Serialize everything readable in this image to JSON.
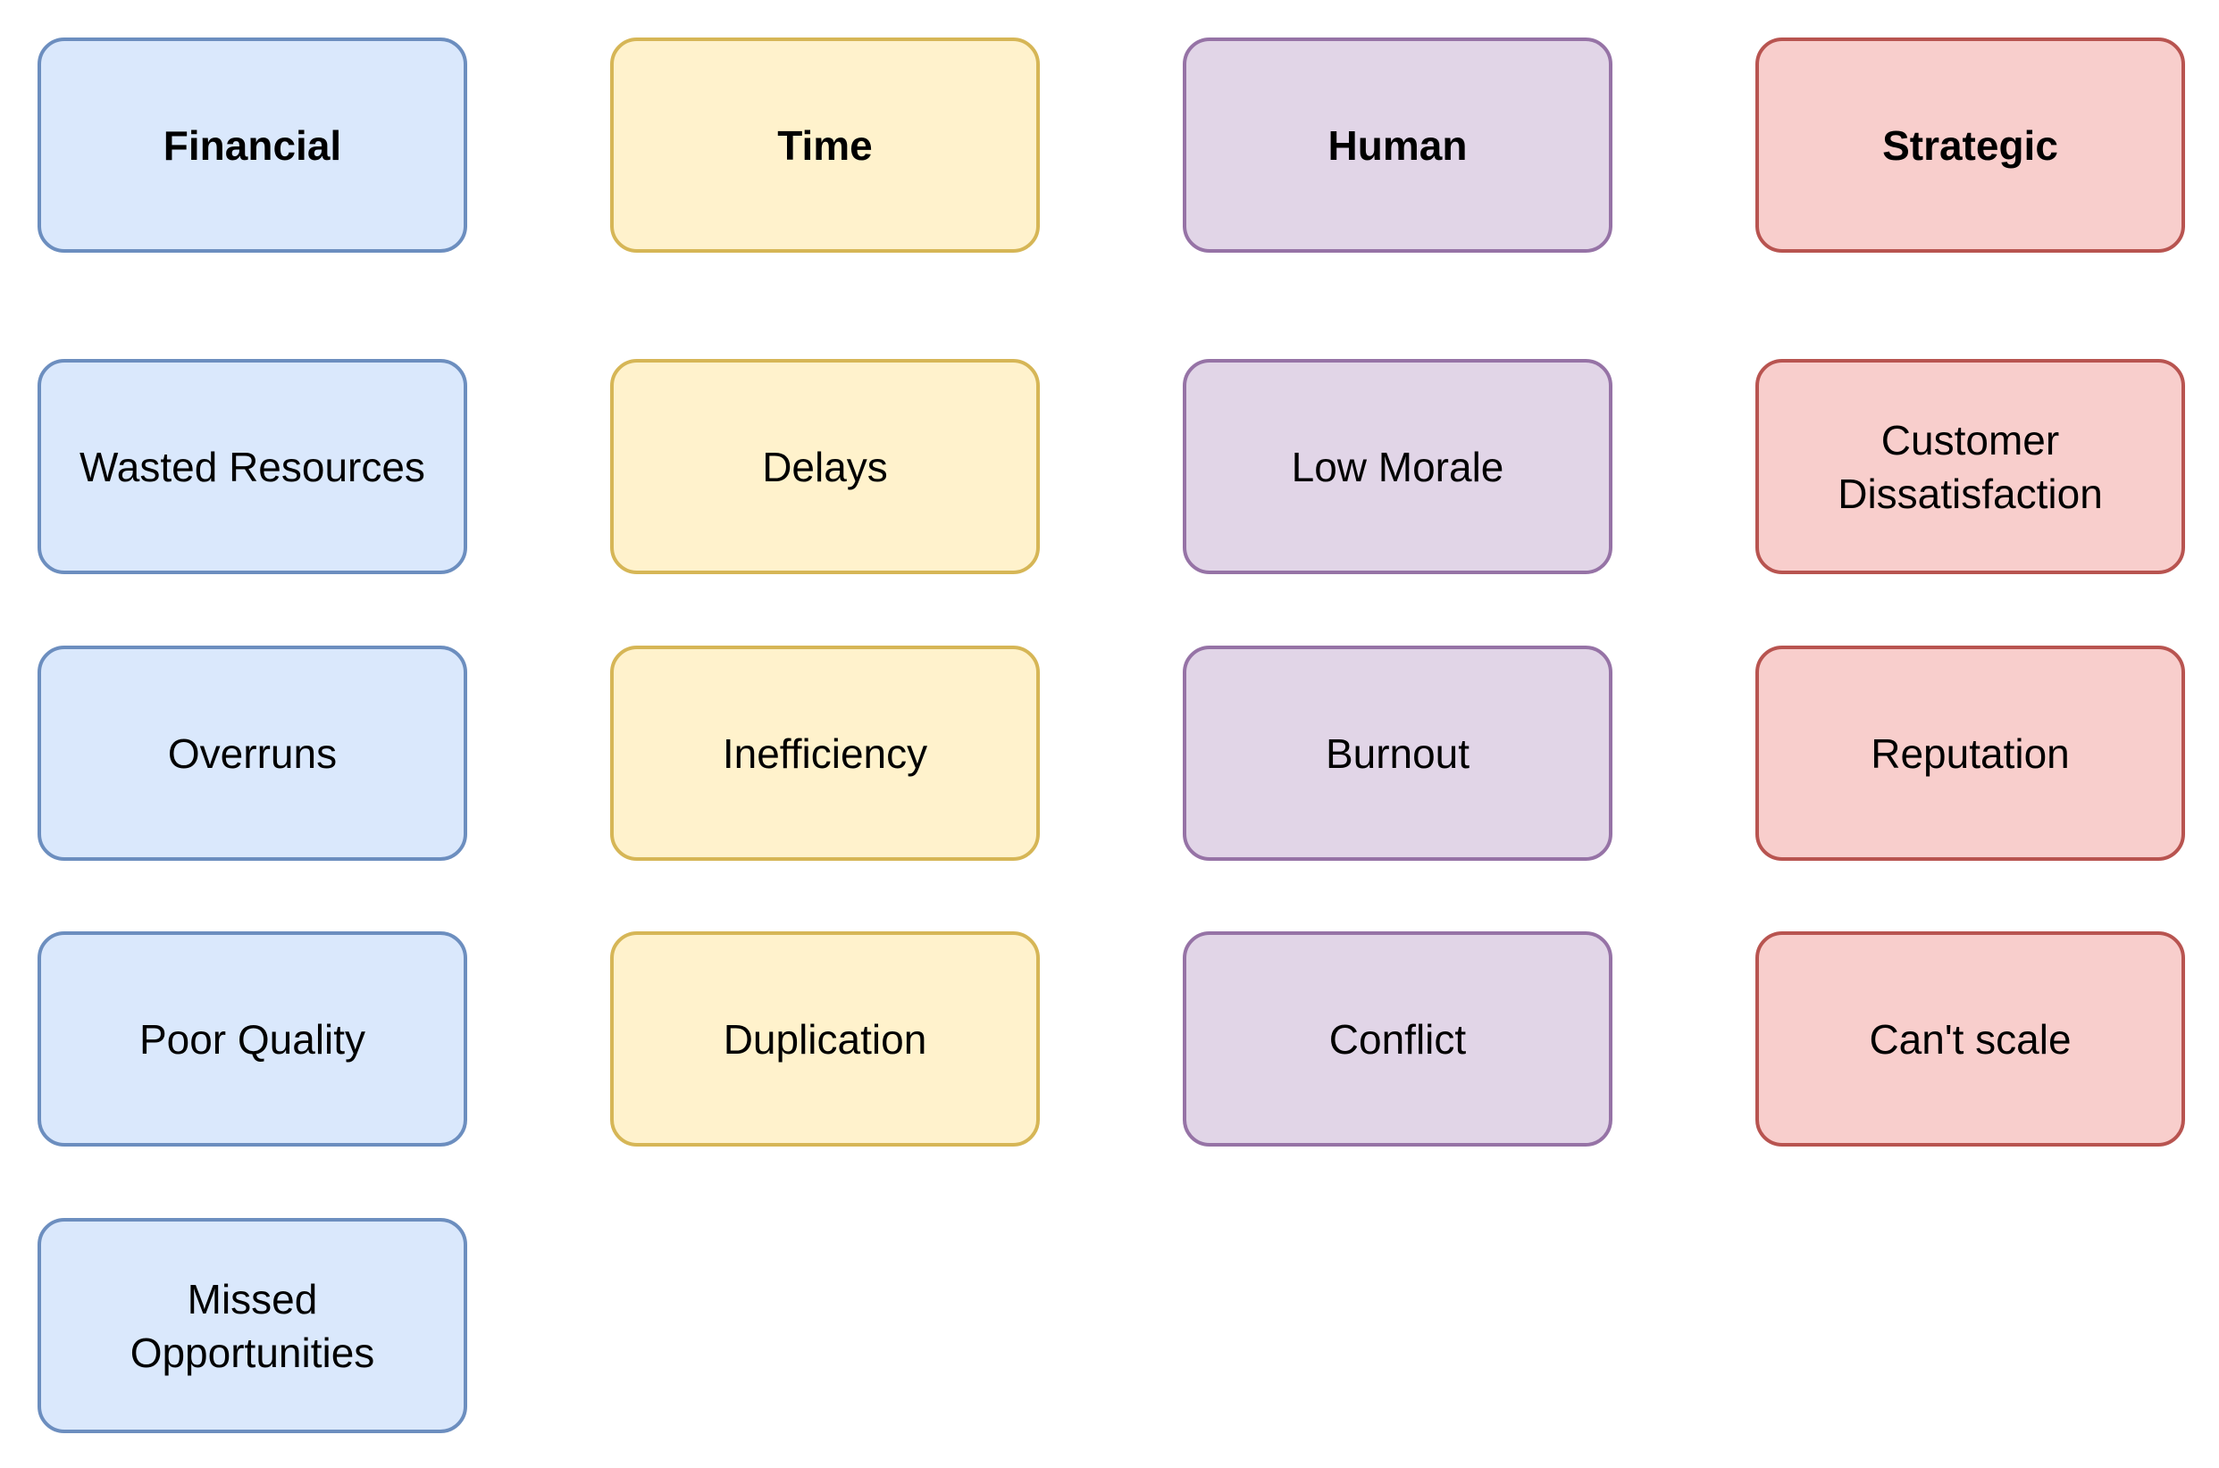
{
  "colors": {
    "financial": {
      "fill": "#dae8fc",
      "stroke": "#6c8ebf"
    },
    "time": {
      "fill": "#fff2cc",
      "stroke": "#d6b656"
    },
    "human": {
      "fill": "#e1d5e7",
      "stroke": "#9673a6"
    },
    "strategic": {
      "fill": "#f8cecc",
      "stroke": "#b85450"
    }
  },
  "columns": [
    {
      "header": "Financial",
      "items": [
        "Wasted Resources",
        "Overruns",
        "Poor Quality",
        "Missed\nOpportunities"
      ]
    },
    {
      "header": "Time",
      "items": [
        "Delays",
        "Inefficiency",
        "Duplication"
      ]
    },
    {
      "header": "Human",
      "items": [
        "Low Morale",
        "Burnout",
        "Conflict"
      ]
    },
    {
      "header": "Strategic",
      "items": [
        "Customer\nDissatisfaction",
        "Reputation",
        "Can't scale"
      ]
    }
  ]
}
